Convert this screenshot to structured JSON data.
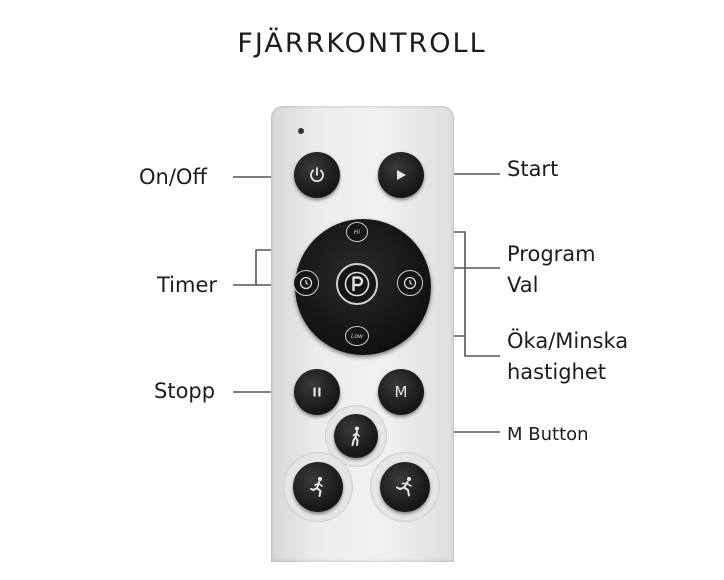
{
  "title": "FJÄRRKONTROLL",
  "labels": {
    "on_off": "On/Off",
    "start": "Start",
    "program_line1": "Program",
    "program_line2": "Val",
    "timer": "Timer",
    "speed_line1": "Öka/Minska",
    "speed_line2": "hastighet",
    "stopp": "Stopp",
    "m_button": "M Button"
  },
  "buttons": {
    "hi": "Hi",
    "low": "Low",
    "m": "M"
  },
  "icons": {
    "power": "power-icon",
    "play": "play-icon",
    "pause": "pause-icon",
    "program": "program-p-icon",
    "timer": "timer-icon",
    "walk": "walking-person-icon",
    "jog": "jogging-person-icon",
    "run": "running-person-icon"
  },
  "colors": {
    "button": "#1a1a1a",
    "remote": "#ececec",
    "leader_line": "#555555"
  }
}
